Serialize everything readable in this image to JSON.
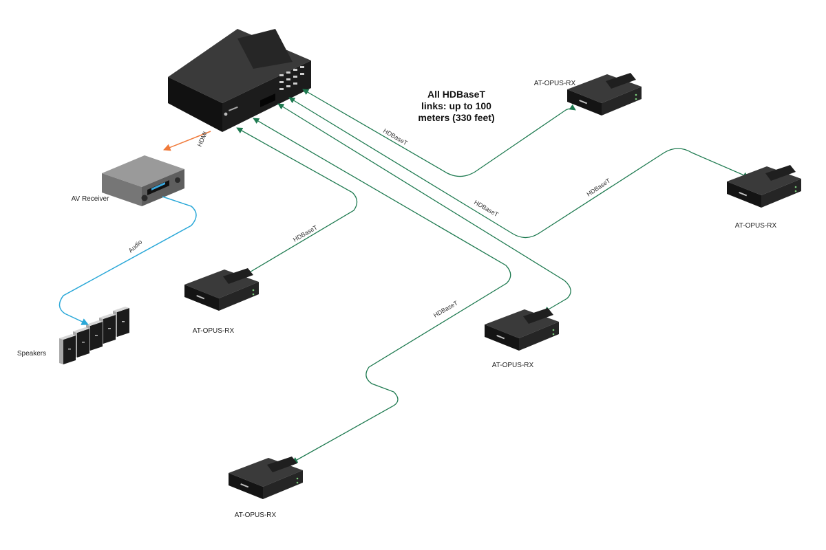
{
  "colors": {
    "hdbaset": "#1e7a50",
    "hdmi": "#f07a3a",
    "audio": "#2aa8d8",
    "device": "#1c1c1c",
    "receiver": "#8f8f8f"
  },
  "note": {
    "lines": [
      "All HDBaseT",
      "links: up to 100",
      "meters (330 feet)"
    ]
  },
  "devices": {
    "av_receiver": "AV Receiver",
    "speakers": "Speakers",
    "rx_top": "AT-OPUS-RX",
    "rx_right": "AT-OPUS-RX",
    "rx_left": "AT-OPUS-RX",
    "rx_center": "AT-OPUS-RX",
    "rx_bottom": "AT-OPUS-RX"
  },
  "cables": {
    "hdmi": "HDMI",
    "audio": "Audio",
    "hdbaset_1": "HDBaseT",
    "hdbaset_2": "HDBaseT",
    "hdbaset_3": "HDBaseT",
    "hdbaset_4": "HDBaseT",
    "hdbaset_5": "HDBaseT"
  },
  "icons": {
    "matrix": "av-matrix-switcher-icon",
    "receiver": "av-receiver-icon",
    "speakers": "speaker-icon",
    "rx": "hdbaset-receiver-icon"
  }
}
